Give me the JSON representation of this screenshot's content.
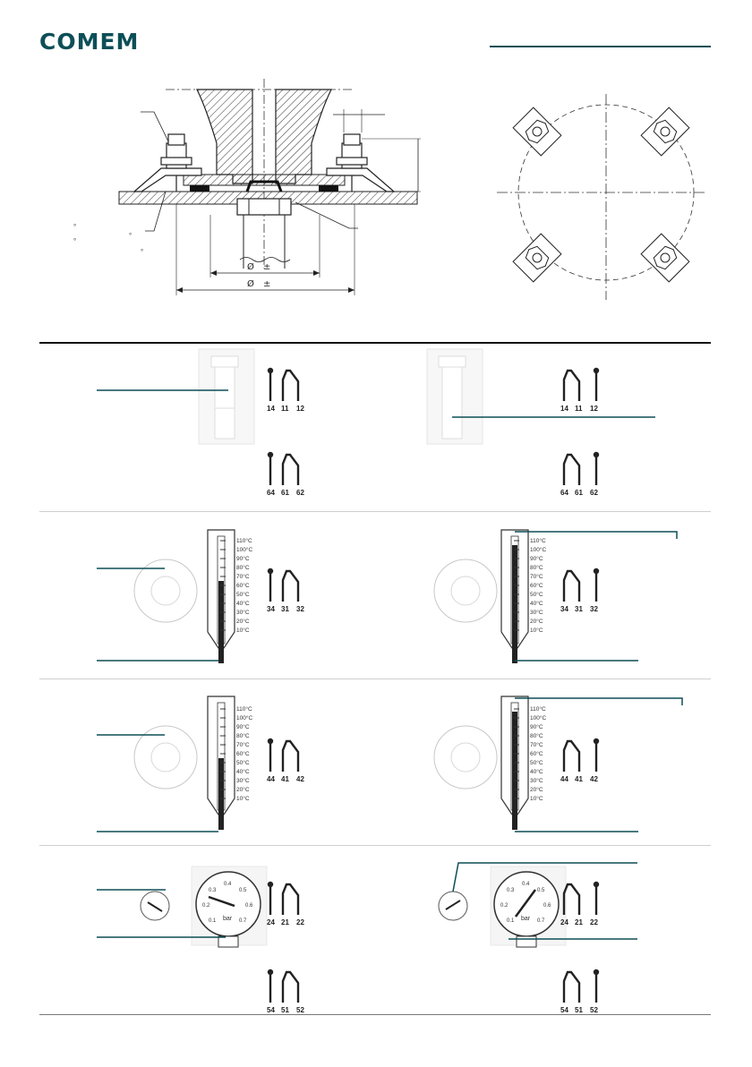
{
  "brand": {
    "logo_text": "COMEM"
  },
  "colors": {
    "brand": "#0d4f57",
    "line": "#222222",
    "leader": "#0d4f57"
  },
  "diagram": {
    "dim_symbols": [
      "Ø",
      "±",
      "Ø",
      "±"
    ],
    "degree_marks": [
      "°",
      "°",
      "°",
      "°"
    ]
  },
  "scale_labels": [
    "110°C",
    "100°C",
    "90°C",
    "80°C",
    "70°C",
    "60°C",
    "50°C",
    "40°C",
    "30°C",
    "20°C",
    "10°C"
  ],
  "gauge_labels": [
    "0.1",
    "0.2",
    "0.3",
    "0.4",
    "0.5",
    "0.6",
    "0.7",
    "bar"
  ],
  "rows": [
    {
      "left_contacts": [
        "14",
        "11",
        "12"
      ],
      "left_contacts2": [
        "64",
        "61",
        "62"
      ],
      "right_contacts": [
        "14",
        "11",
        "12"
      ],
      "right_contacts2": [
        "64",
        "61",
        "62"
      ]
    },
    {
      "left_contacts": [
        "34",
        "31",
        "32"
      ],
      "right_contacts": [
        "34",
        "31",
        "32"
      ]
    },
    {
      "left_contacts": [
        "44",
        "41",
        "42"
      ],
      "right_contacts": [
        "44",
        "41",
        "42"
      ]
    },
    {
      "left_contacts": [
        "24",
        "21",
        "22"
      ],
      "left_contacts2": [
        "54",
        "51",
        "52"
      ],
      "right_contacts": [
        "24",
        "21",
        "22"
      ],
      "right_contacts2": [
        "54",
        "51",
        "52"
      ]
    }
  ]
}
